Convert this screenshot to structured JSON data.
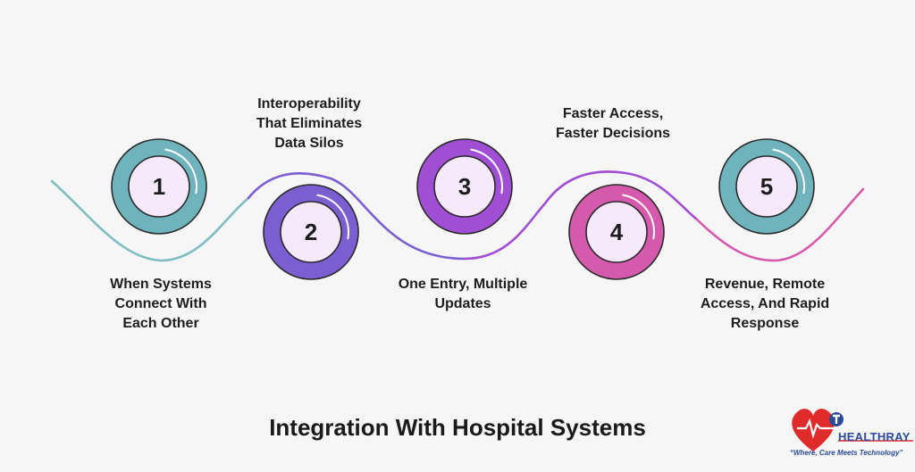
{
  "title": "Integration With Hospital Systems",
  "steps": [
    {
      "number": "1",
      "label": "When Systems\nConnect With\nEach Other",
      "color": "#6fb3bd",
      "ring": "#9ed1d6"
    },
    {
      "number": "2",
      "label": "Interoperability\nThat Eliminates\nData Silos",
      "color": "#7b5fd0",
      "ring": "#a792e4"
    },
    {
      "number": "3",
      "label": "One Entry, Multiple\nUpdates",
      "color": "#a04fd4",
      "ring": "#c589ea"
    },
    {
      "number": "4",
      "label": "Faster Access,\nFaster Decisions",
      "color": "#d559ad",
      "ring": "#ea8fcc"
    },
    {
      "number": "5",
      "label": "Revenue, Remote\nAccess, And Rapid\nResponse",
      "color": "#6fb3bd",
      "ring": "#9ed1d6"
    }
  ],
  "wave_colors": [
    "#7fbcc4",
    "#7b5fd0",
    "#a04fd4",
    "#d559ad",
    "#7fbcc4"
  ],
  "inner_fill": "#f5e9fb",
  "logo": {
    "brand": "HEALTHRAY",
    "tagline": "“Where, Care Meets Technology”",
    "heart_color": "#e02b2b",
    "accent_color": "#2b4a9a"
  }
}
